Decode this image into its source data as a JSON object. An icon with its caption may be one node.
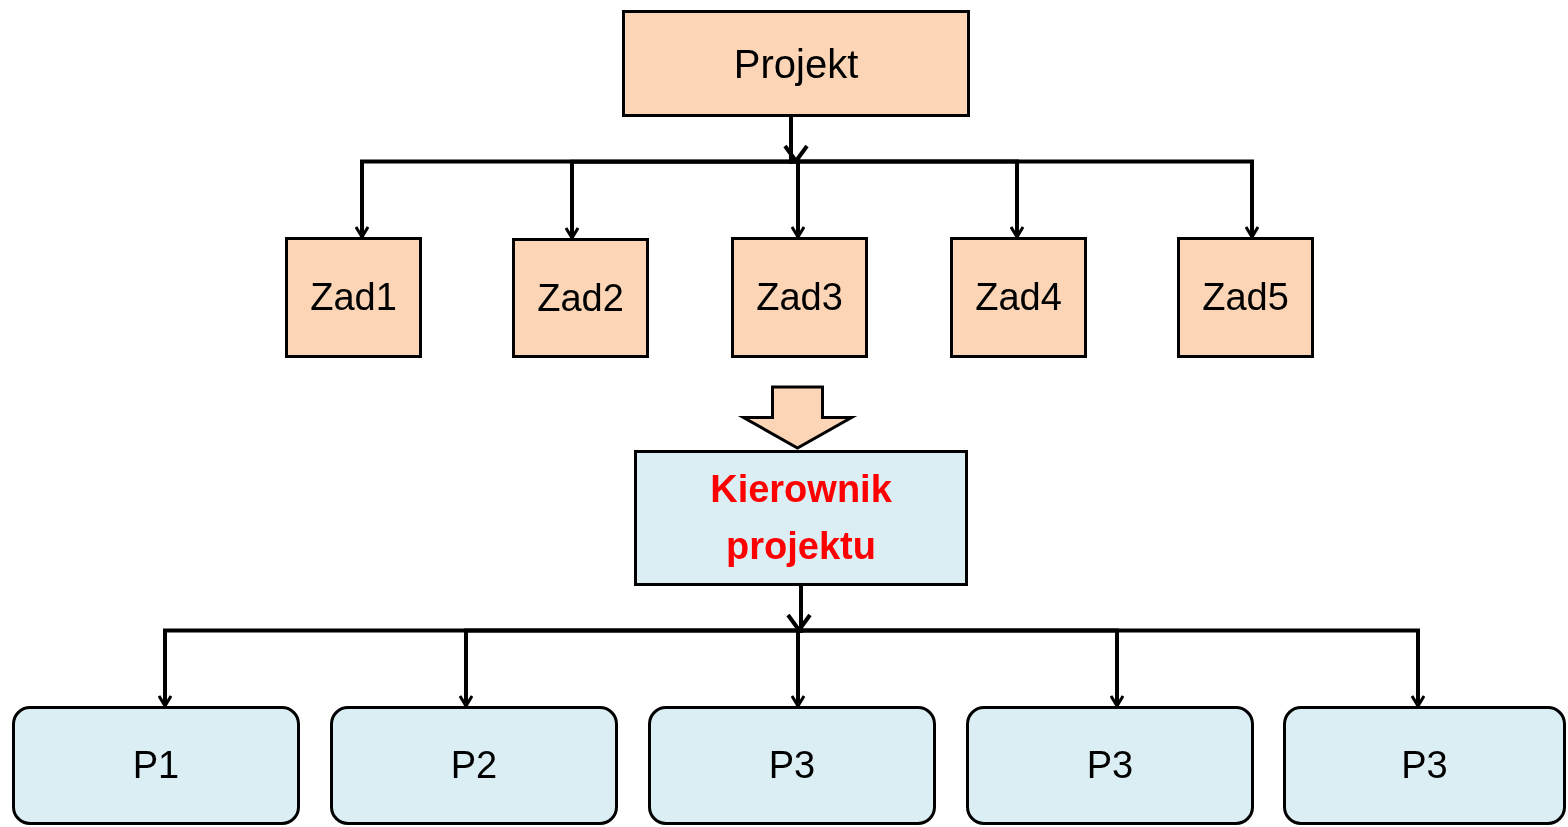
{
  "diagram": {
    "nodes": [
      {
        "text": [
          "Projekt"
        ]
      },
      {
        "text": [
          "Zad1"
        ]
      },
      {
        "text": [
          "Zad2"
        ]
      },
      {
        "text": [
          "Zad3"
        ]
      },
      {
        "text": [
          "Zad4"
        ]
      },
      {
        "text": [
          "Zad5"
        ]
      },
      {
        "text": [
          "Kierownik projektu"
        ]
      },
      {
        "text": [
          "P1"
        ]
      },
      {
        "text": [
          "P2"
        ]
      },
      {
        "text": [
          "P3"
        ]
      },
      {
        "text": [
          "P3"
        ]
      },
      {
        "text": [
          "P3"
        ]
      }
    ],
    "edges": [
      {
        "from": 0,
        "to": 1,
        "arrow": "to"
      },
      {
        "from": 0,
        "to": 2,
        "arrow": "to"
      },
      {
        "from": 0,
        "to": 3,
        "arrow": "to"
      },
      {
        "from": 0,
        "to": 4,
        "arrow": "to"
      },
      {
        "from": 0,
        "to": 5,
        "arrow": "to"
      },
      {
        "from": 3,
        "to": 6,
        "arrow": "to",
        "style": "thick",
        "color": "#fbd5b5"
      },
      {
        "from": 6,
        "to": 7,
        "arrow": "to"
      },
      {
        "from": 6,
        "to": 8,
        "arrow": "to"
      },
      {
        "from": 6,
        "to": 9,
        "arrow": "to"
      },
      {
        "from": 6,
        "to": 10,
        "arrow": "to"
      },
      {
        "from": 6,
        "to": 11,
        "arrow": "to"
      }
    ]
  }
}
